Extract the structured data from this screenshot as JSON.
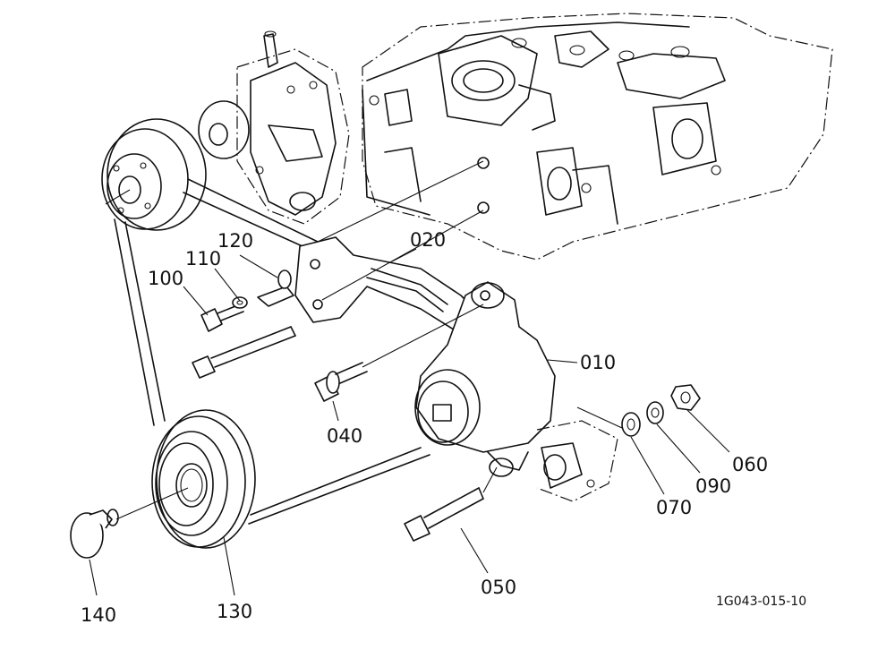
{
  "diagram": {
    "drawing_code": "1G043-015-10",
    "part_labels": {
      "p010": "010",
      "p020": "020",
      "p040": "040",
      "p050": "050",
      "p060": "060",
      "p070": "070",
      "p090": "090",
      "p100": "100",
      "p110": "110",
      "p120": "120",
      "p130": "130",
      "p140": "140"
    }
  }
}
